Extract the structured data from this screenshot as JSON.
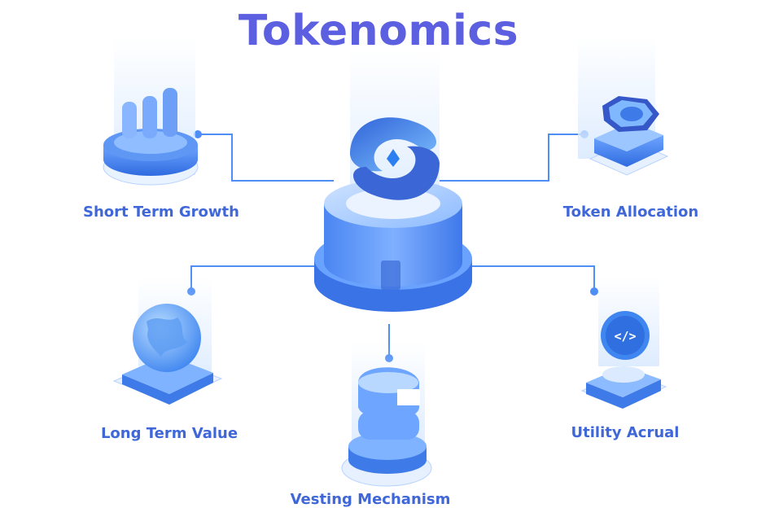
{
  "title": "Tokenomics",
  "nodes": {
    "short_term_growth": "Short Term Growth",
    "token_allocation": "Token Allocation",
    "long_term_value": "Long Term Value",
    "utility_acrual": "Utility Acrual",
    "vesting_mechanism": "Vesting Mechanism"
  },
  "colors": {
    "title": "#5b5fe0",
    "label": "#3f67d8",
    "primary_blue": "#3d7df0",
    "light_blue": "#9cc6ff",
    "connector": "#4f8ef5"
  },
  "icons": {
    "center": "hub-cylinder-logo-icon",
    "short_term_growth": "bar-chart-icon",
    "token_allocation": "hexagon-token-icon",
    "long_term_value": "globe-icon",
    "utility_acrual": "code-coin-icon",
    "vesting_mechanism": "stacked-rings-icon"
  }
}
